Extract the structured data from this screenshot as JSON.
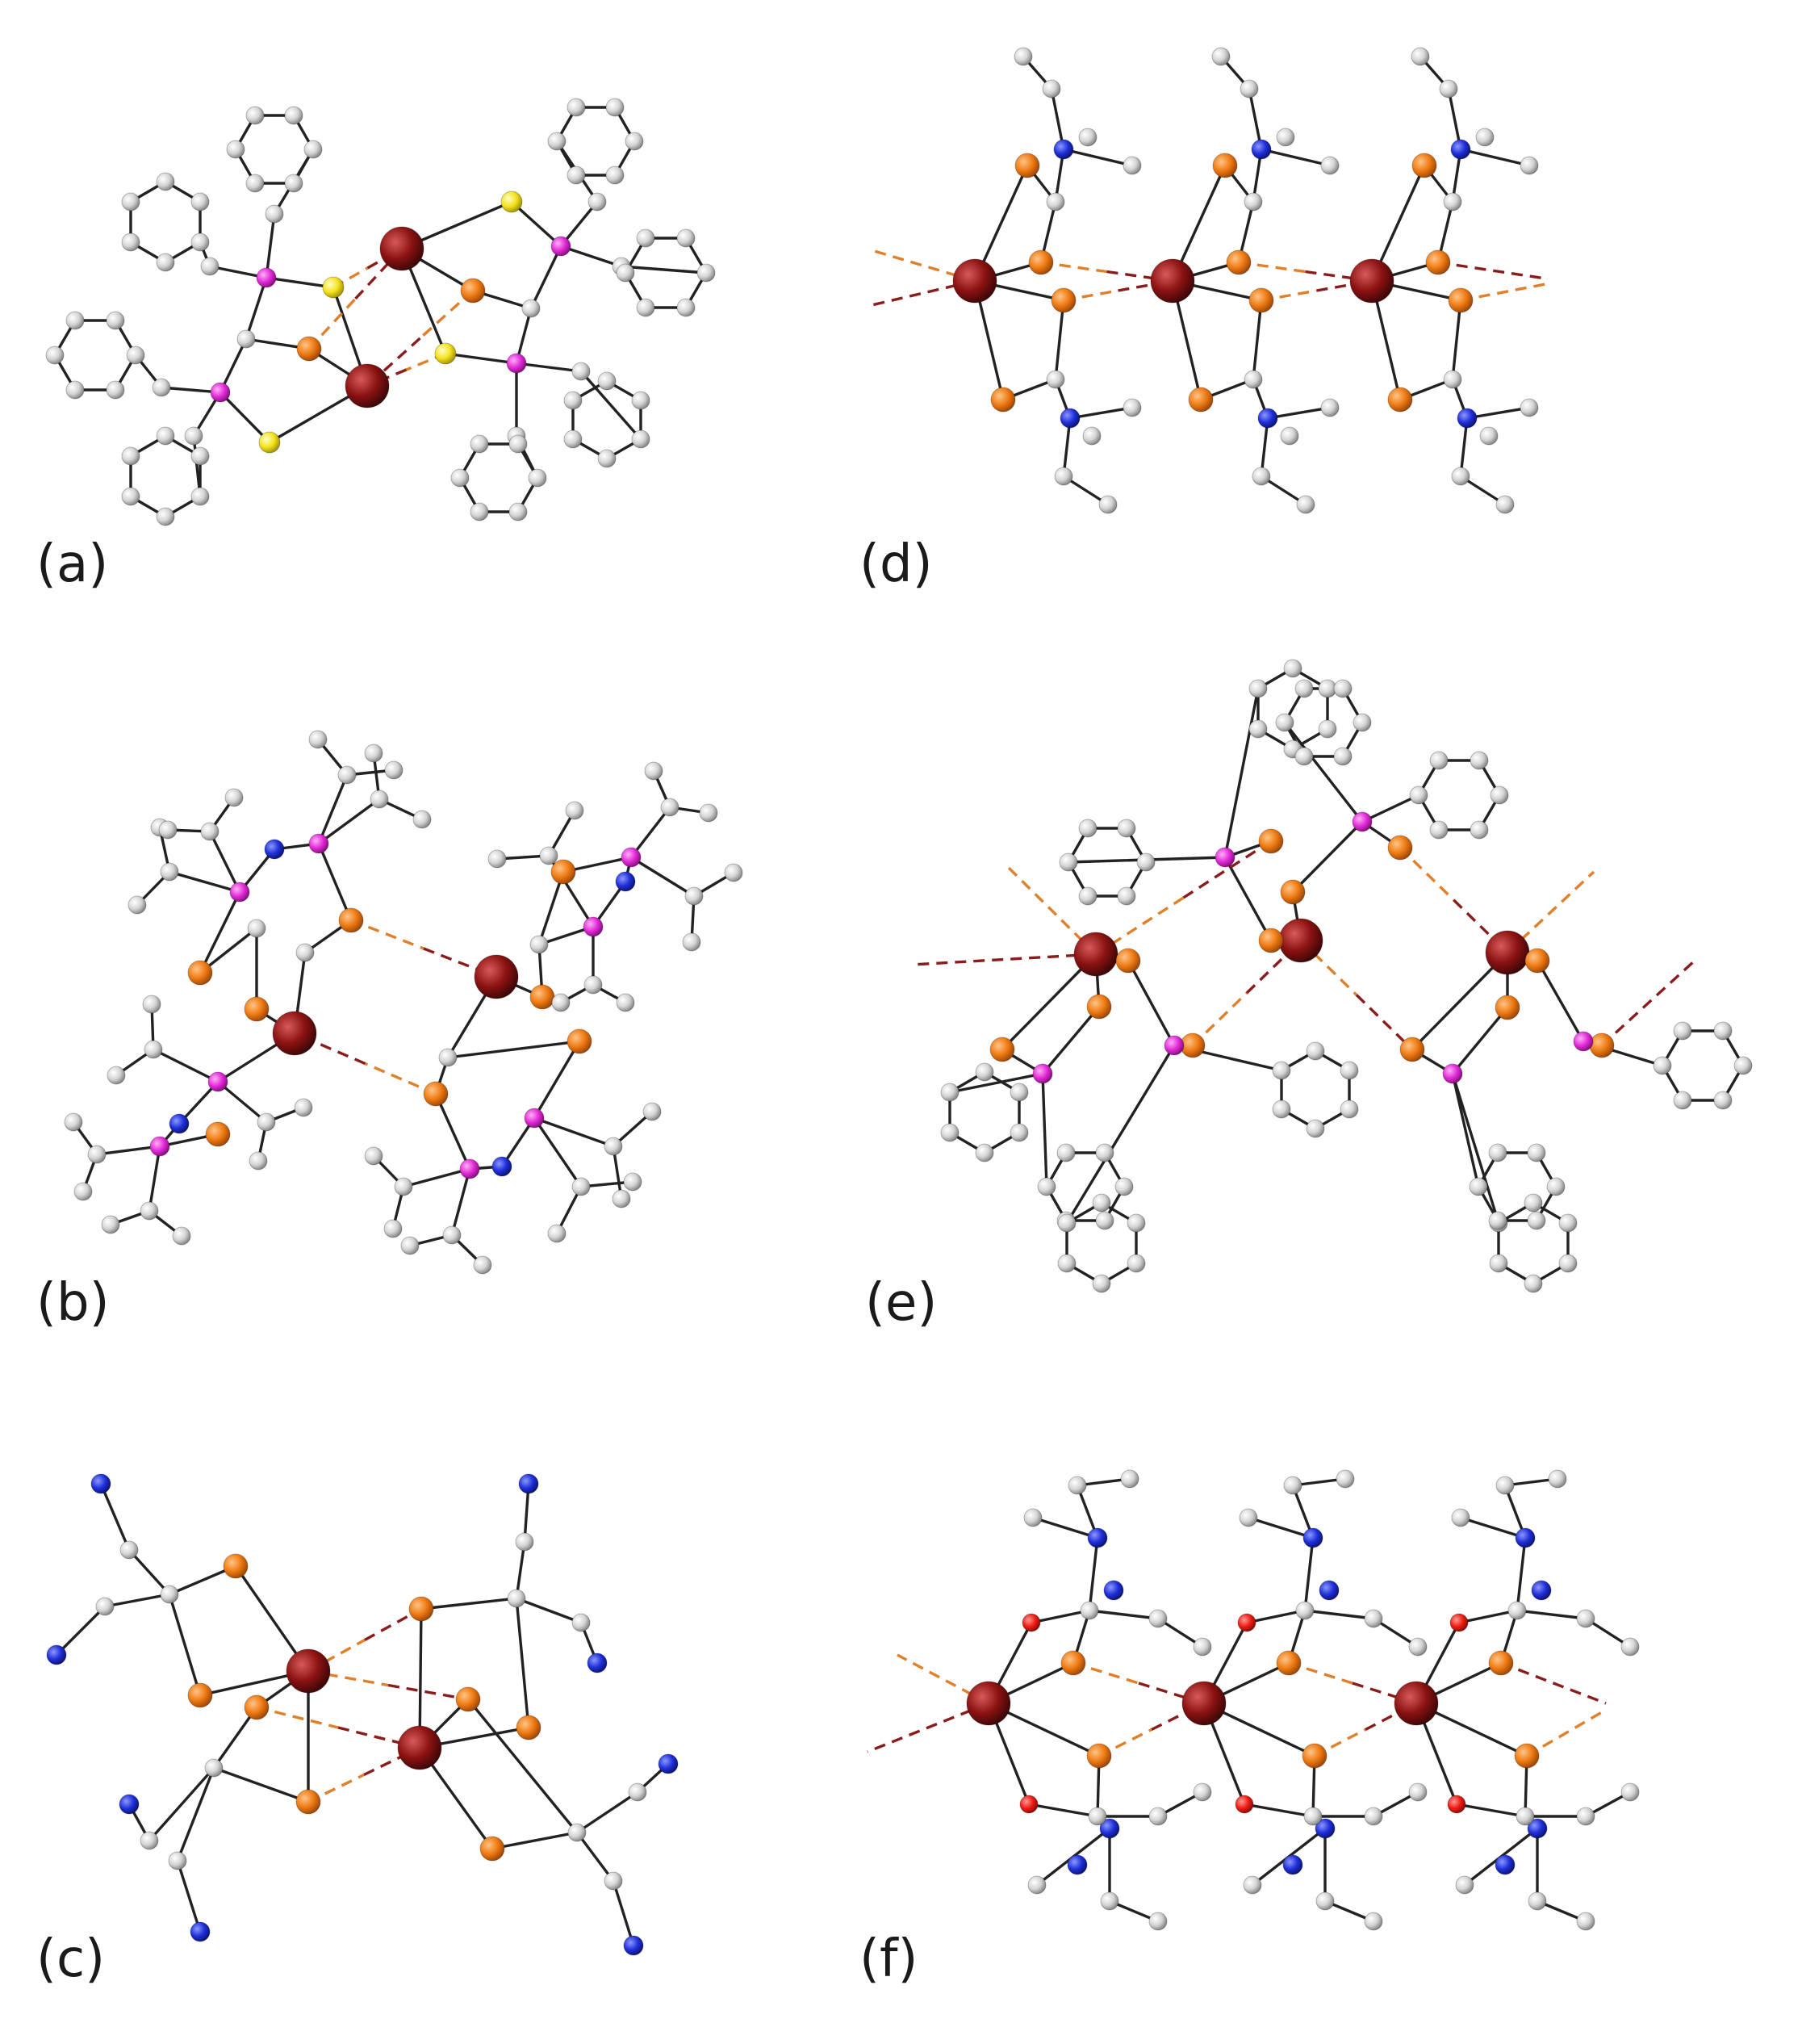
{
  "panels": [
    {
      "key": "a",
      "label": "(a)"
    },
    {
      "key": "b",
      "label": "(b)"
    },
    {
      "key": "c",
      "label": "(c)"
    },
    {
      "key": "d",
      "label": "(d)"
    },
    {
      "key": "e",
      "label": "(e)"
    },
    {
      "key": "f",
      "label": "(f)"
    }
  ],
  "colors": {
    "metal": "#8b1212",
    "chalcogen_orange": "#ee7a12",
    "sulfur_yellow": "#f4e21c",
    "phosphorus_magenta": "#e22ad8",
    "nitrogen_blue": "#1f2fd8",
    "oxygen_red": "#ee1c14",
    "carbon_grey": "#d4d4d4",
    "interaction_orange": "#e0802a",
    "interaction_darkred": "#8a1c1c"
  }
}
